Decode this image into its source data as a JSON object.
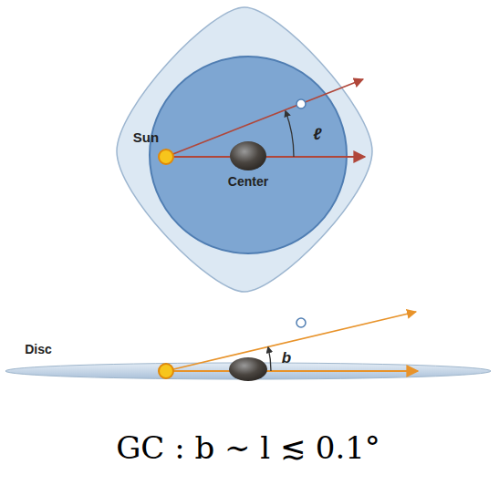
{
  "diagram": {
    "caption": "GC : b ∼ l ≲ 0.1°",
    "labels": [
      "Sun",
      "Center",
      "ℓ",
      "Disc",
      "b"
    ]
  }
}
